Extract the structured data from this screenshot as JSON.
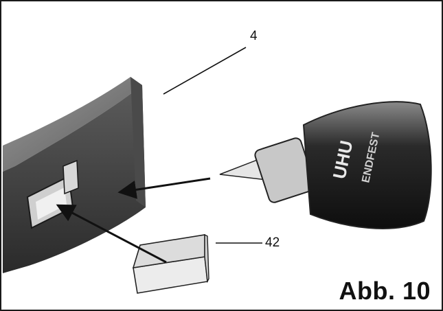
{
  "figure": {
    "title": "Abb. 10",
    "callouts": {
      "housing": "4",
      "cap": "42"
    },
    "bottle_label": {
      "brand": "UHU",
      "line": "ENDFEST"
    },
    "colors": {
      "housing": "#3c3c3c",
      "ink": "#111111",
      "bottle": "#1e1e1e"
    }
  }
}
